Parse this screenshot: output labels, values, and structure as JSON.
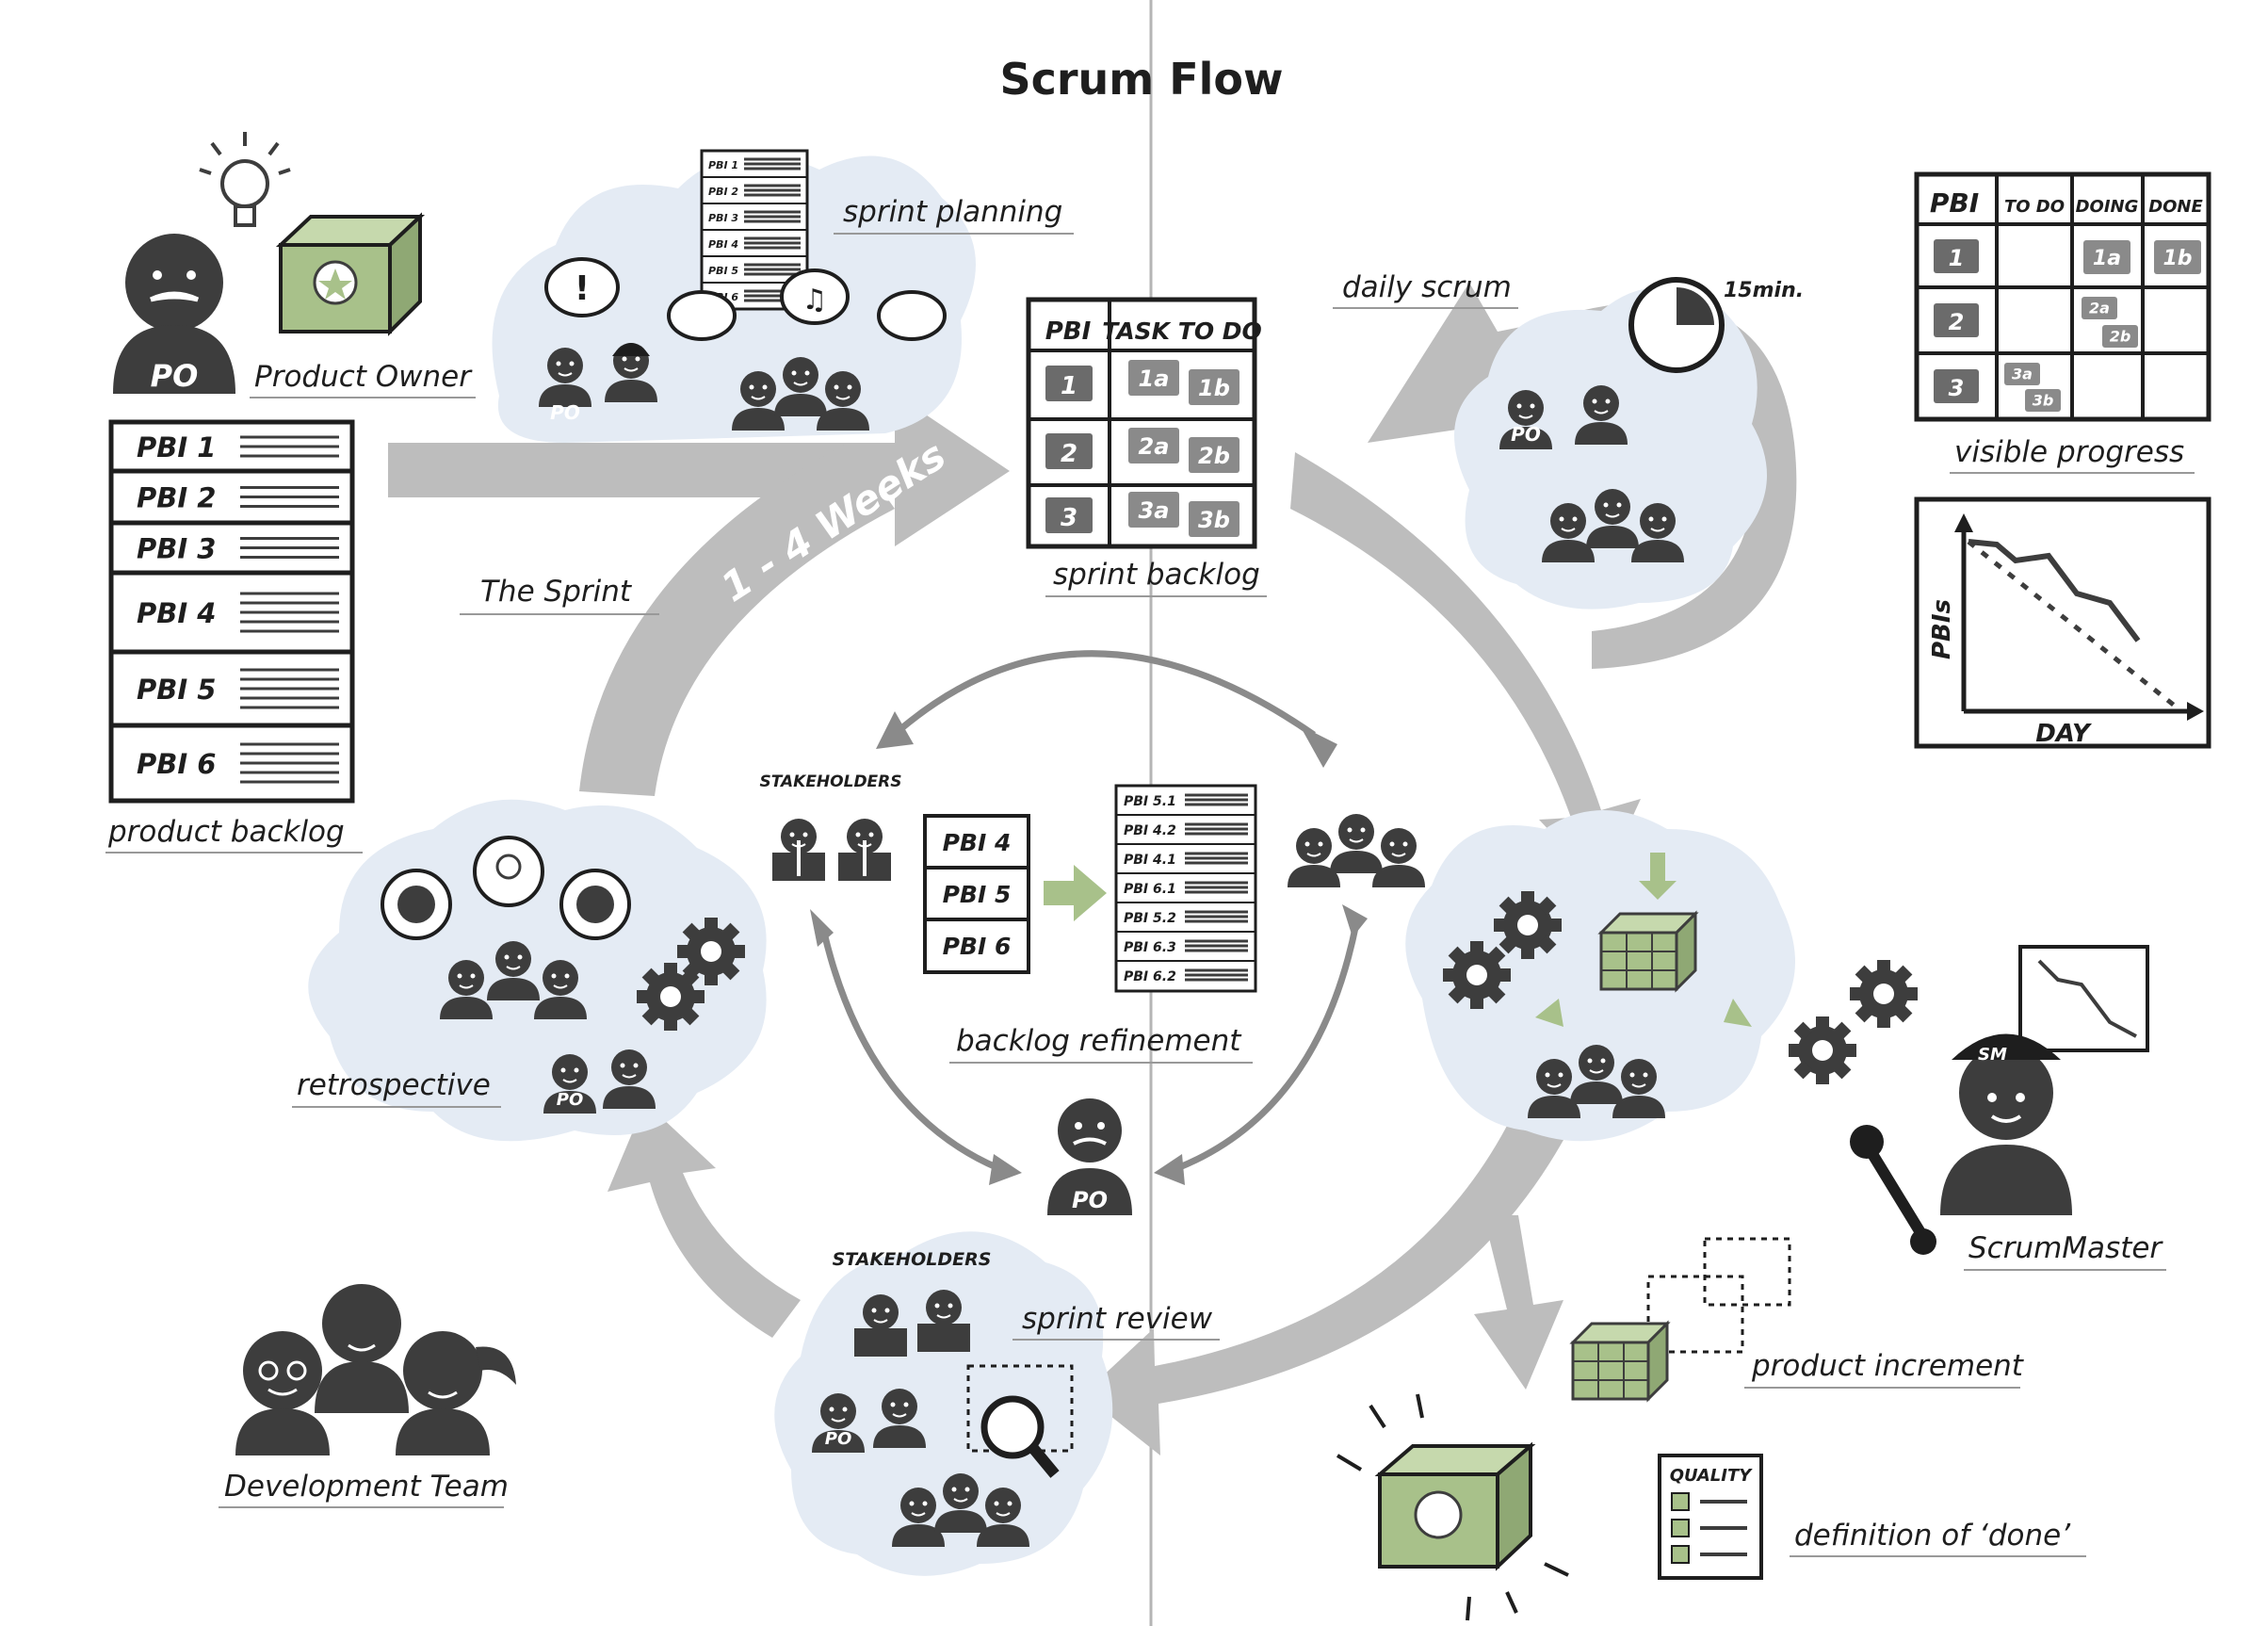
{
  "title": "Scrum Flow",
  "labels": {
    "product_owner": "Product Owner",
    "product_backlog": "product backlog",
    "sprint_planning": "sprint planning",
    "sprint_backlog": "sprint backlog",
    "daily_scrum": "daily scrum",
    "minutes": "15min.",
    "visible_progress": "visible progress",
    "the_sprint": "The Sprint",
    "weeks": "1 - 4 Weeks",
    "backlog_refinement": "backlog refinement",
    "retrospective": "retrospective",
    "sprint_review": "sprint review",
    "scrum_master": "ScrumMaster",
    "product_increment": "product increment",
    "definition_of_done": "definition of ‘done’",
    "development_team": "Development Team",
    "stakeholders": "STAKEHOLDERS",
    "quality": "QUALITY",
    "po": "PO",
    "sm": "SM"
  },
  "product_backlog_items": [
    "PBI 1",
    "PBI 2",
    "PBI 3",
    "PBI 4",
    "PBI 5",
    "PBI 6"
  ],
  "planning_list": [
    "PBI 1",
    "PBI 2",
    "PBI 3",
    "PBI 4",
    "PBI 5",
    "PBI 6"
  ],
  "sprint_backlog": {
    "col_pbi": "PBI",
    "col_tasks": "TASK TO DO",
    "rows": [
      {
        "pbi": "1",
        "tasks": [
          "1a",
          "1b"
        ]
      },
      {
        "pbi": "2",
        "tasks": [
          "2a",
          "2b"
        ]
      },
      {
        "pbi": "3",
        "tasks": [
          "3a",
          "3b"
        ]
      }
    ]
  },
  "task_board": {
    "headers": [
      "PBI",
      "TO DO",
      "DOING",
      "DONE"
    ],
    "rows": [
      "1",
      "2",
      "3"
    ],
    "chips": {
      "doing": [
        "1a",
        "2a",
        "2b"
      ],
      "done": [
        "1b"
      ],
      "todo": [
        "3a",
        "3b"
      ]
    }
  },
  "burndown": {
    "ylabel": "PBIs",
    "xlabel": "DAY"
  },
  "refinement": {
    "before": [
      "PBI 4",
      "PBI 5",
      "PBI 6"
    ],
    "after": [
      "PBI 5.1",
      "PBI 4.2",
      "PBI 4.1",
      "PBI 6.1",
      "PBI 5.2",
      "PBI 6.3",
      "PBI 6.2"
    ]
  },
  "colors": {
    "dark": "#3d3d3d",
    "cloud": "#e4ebf4",
    "arrow": "#bdbdbd",
    "green": "#a8c18a"
  }
}
